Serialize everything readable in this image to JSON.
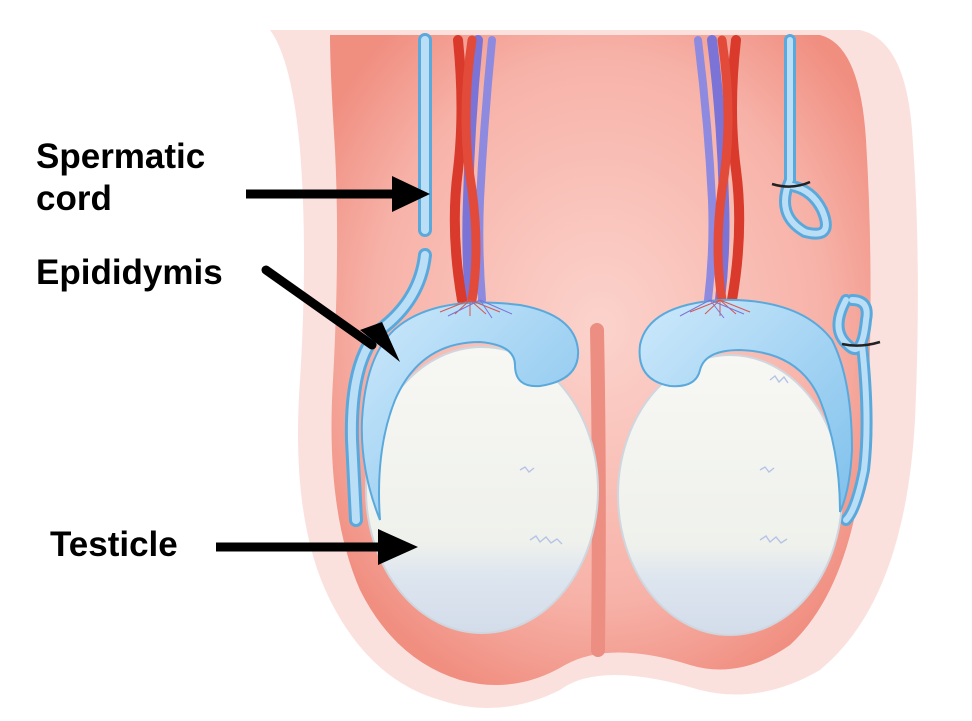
{
  "labels": {
    "spermatic_cord": "Spermatic\ncord",
    "epididymis": "Epididymis",
    "testicle": "Testicle"
  },
  "colors": {
    "scrotum_outer": "#fbe0dc",
    "scrotum_inner": "#f6a79d",
    "testicle_fill": "#f2f3ef",
    "testicle_shade": "#dde4ee",
    "epididymis": "#8ec9ee",
    "epididymis_edge": "#5aa9dc",
    "artery": "#d93a2b",
    "vein": "#7b74d6",
    "arrow": "#000000",
    "label_text": "#000000"
  }
}
